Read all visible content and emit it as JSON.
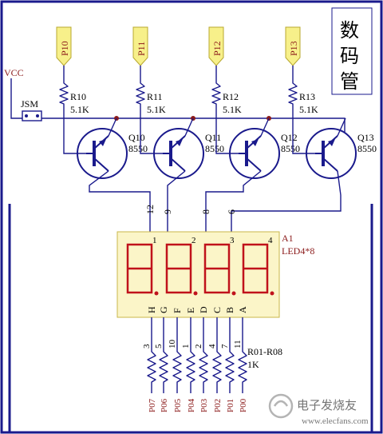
{
  "title_chars": [
    "数",
    "码",
    "管"
  ],
  "vcc_label": "VCC",
  "jumper_label": "JSM",
  "ports": [
    {
      "label": "P10",
      "resistor": "R10",
      "value": "5.1K",
      "transistor": "Q10",
      "part": "8550",
      "pin": "12"
    },
    {
      "label": "P11",
      "resistor": "R11",
      "value": "5.1K",
      "transistor": "Q11",
      "part": "8550",
      "pin": "9"
    },
    {
      "label": "P12",
      "resistor": "R12",
      "value": "5.1K",
      "transistor": "Q12",
      "part": "8550",
      "pin": "8"
    },
    {
      "label": "P13",
      "resistor": "R13",
      "value": "5.1K",
      "transistor": "Q13",
      "part": "8550",
      "pin": "6"
    }
  ],
  "display": {
    "ref": "A1",
    "part": "LED4*8",
    "digit_pins": [
      "1",
      "2",
      "3",
      "4"
    ],
    "segments": [
      "H",
      "G",
      "F",
      "E",
      "D",
      "C",
      "B",
      "A"
    ],
    "segment_pins": [
      "3",
      "5",
      "10",
      "1",
      "2",
      "4",
      "7",
      "11"
    ]
  },
  "bottom_resistors": {
    "label": "R01-R08",
    "value": "1K"
  },
  "bottom_ports": [
    "P07",
    "P06",
    "P05",
    "P04",
    "P03",
    "P02",
    "P01",
    "P00"
  ],
  "watermark": {
    "text": "电子发烧友",
    "url": "www.elecfans.com"
  },
  "colors": {
    "wire": "#1a1a8c",
    "label_fill": "#f7f08a",
    "display_fill": "#fbf5c8",
    "segment_red": "#c0121b",
    "brown_text": "#8b1a1a"
  }
}
